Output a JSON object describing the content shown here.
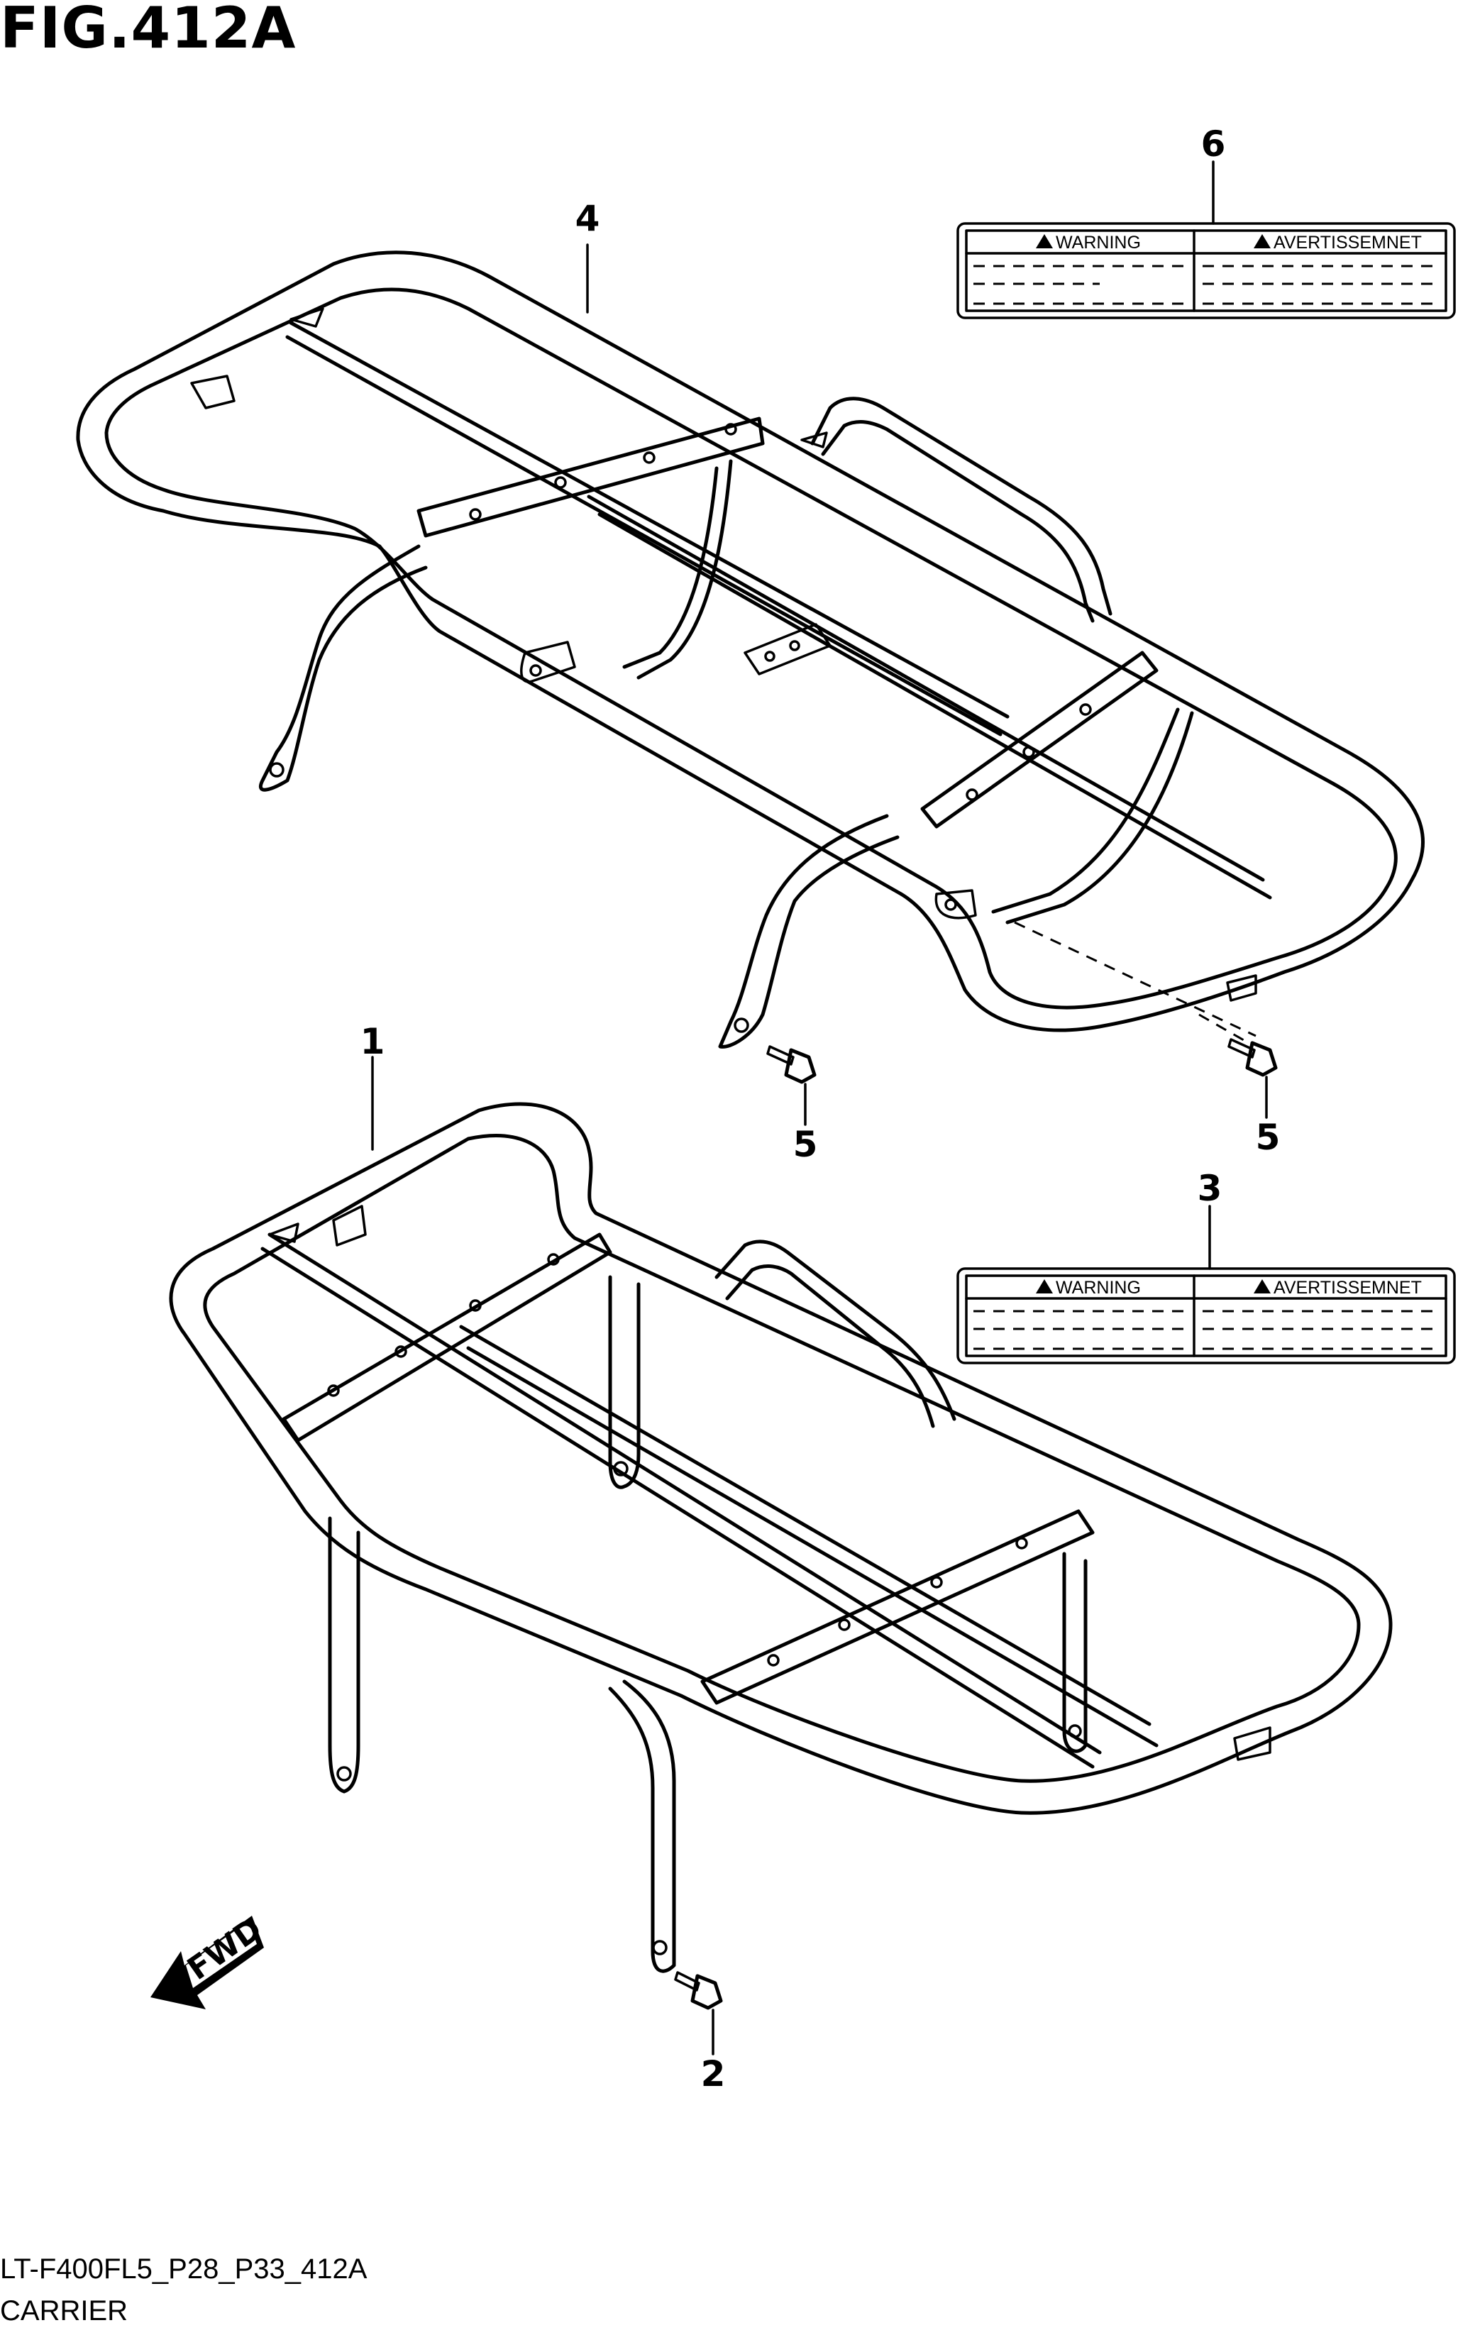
{
  "figure": {
    "title": "FIG.412A",
    "model_code": "LT-F400FL5_P28_P33_412A",
    "caption": "CARRIER"
  },
  "callouts": [
    {
      "id": "1",
      "label": "1"
    },
    {
      "id": "2",
      "label": "2"
    },
    {
      "id": "3",
      "label": "3"
    },
    {
      "id": "4",
      "label": "4"
    },
    {
      "id": "5a",
      "label": "5"
    },
    {
      "id": "5b",
      "label": "5"
    },
    {
      "id": "6",
      "label": "6"
    }
  ],
  "warning_labels": [
    {
      "id": "label-3",
      "left_text": "WARNING",
      "right_text": "AVERTISSEMNET"
    },
    {
      "id": "label-6",
      "left_text": "WARNING",
      "right_text": "AVERTISSEMNET"
    }
  ],
  "direction_arrow": {
    "text": "FWD"
  }
}
